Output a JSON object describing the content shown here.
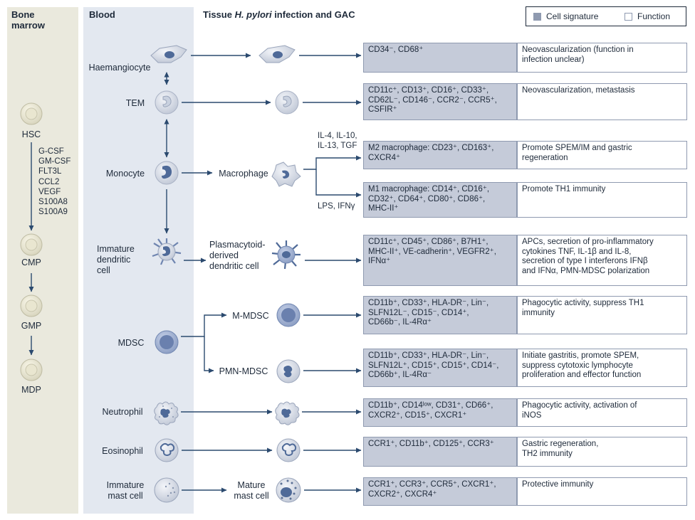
{
  "headers": {
    "bone_marrow": "Bone\nmarrow",
    "blood": "Blood",
    "tissue_prefix": "Tissue ",
    "tissue_italic": "H. pylori",
    "tissue_suffix": " infection and GAC"
  },
  "legend": {
    "cell_signature": "Cell signature",
    "function": "Function"
  },
  "bone_marrow": {
    "hsc": "HSC",
    "factors": [
      "G-CSF",
      "GM-CSF",
      "FLT3L",
      "CCL2",
      "VEGF",
      "S100A8",
      "S100A9"
    ],
    "cmp": "CMP",
    "gmp": "GMP",
    "mdp": "MDP"
  },
  "blood_cells": {
    "haemangiocyte": "Haemangiocyte",
    "tem": "TEM",
    "monocyte": "Monocyte",
    "immature_dc": "Immature\ndendritic\ncell",
    "mdsc": "MDSC",
    "neutrophil": "Neutrophil",
    "eosinophil": "Eosinophil",
    "immature_mast": "Immature\nmast cell"
  },
  "tissue_cells": {
    "macrophage": "Macrophage",
    "pdc": "Plasmacytoid-\nderived\ndendritic cell",
    "m_mdsc": "M-MDSC",
    "pmn_mdsc": "PMN-MDSC",
    "mature_mast": "Mature\nmast cell"
  },
  "cytokines": {
    "m2": "IL-4, IL-10,\nIL-13, TGF",
    "m1": "LPS, IFNγ"
  },
  "rows": [
    {
      "signature": "CD34⁻, CD68⁺",
      "function": "Neovascularization (function in\ninfection unclear)"
    },
    {
      "signature": "CD11c⁺, CD13⁺, CD16⁺, CD33⁺,\nCD62L⁻, CD146⁻, CCR2⁻, CCR5⁺,\nCSFIR⁺",
      "function": "Neovascularization, metastasis"
    },
    {
      "signature": "M2 macrophage: CD23⁺, CD163⁺,\nCXCR4⁺",
      "function": "Promote SPEM/IM and gastric\nregeneration"
    },
    {
      "signature": "M1 macrophage: CD14⁺, CD16⁺,\nCD32⁺, CD64⁺, CD80⁺, CD86⁺,\nMHC-II⁺",
      "function": "Promote TH1 immunity"
    },
    {
      "signature": "CD11c⁺, CD45⁺, CD86⁺, B7H1⁺,\nMHC-II⁺, VE-cadherin⁺, VEGFR2⁺,\nIFNα⁺",
      "function": "APCs, secretion of pro-inflammatory\ncytokines TNF, IL-1β and IL-8,\nsecretion of type I interferons IFNβ\nand IFNα, PMN-MDSC polarization"
    },
    {
      "signature": "CD11b⁺, CD33⁺, HLA-DR⁻, Lin⁻,\nSLFN12L⁻, CD15⁻, CD14⁺,\nCD66b⁻, IL-4Rα⁺",
      "function": "Phagocytic activity, suppress TH1\nimmunity"
    },
    {
      "signature": "CD11b⁺, CD33⁺, HLA-DR⁻, Lin⁻,\nSLFN12L⁺, CD15⁺, CD15⁺, CD14⁻,\nCD66b⁺, IL-4Rα⁻",
      "function": "Initiate gastritis, promote SPEM,\nsuppress cytotoxic lymphocyte\nproliferation and effector function"
    },
    {
      "signature": "CD11b⁺, CD14ˡᵒʷ, CD31⁺, CD66⁺,\nCXCR2⁺, CD15⁺, CXCR1⁺",
      "function": "Phagocytic activity, activation of\niNOS"
    },
    {
      "signature": "CCR1⁺, CD11b⁺, CD125⁺, CCR3⁺",
      "function": "Gastric regeneration,\nTH2 immunity"
    },
    {
      "signature": "CCR1⁺, CCR3⁺, CCR5⁺, CXCR1⁺,\nCXCR2⁺, CXCR4⁺",
      "function": "Protective immunity"
    }
  ],
  "colors": {
    "bone_marrow_panel": "#eae9dd",
    "blood_panel": "#e3e8f0",
    "signature_fill": "#c5cbd9",
    "arrow": "#2b4a6f",
    "cell_blue": "#7a8fb5"
  }
}
